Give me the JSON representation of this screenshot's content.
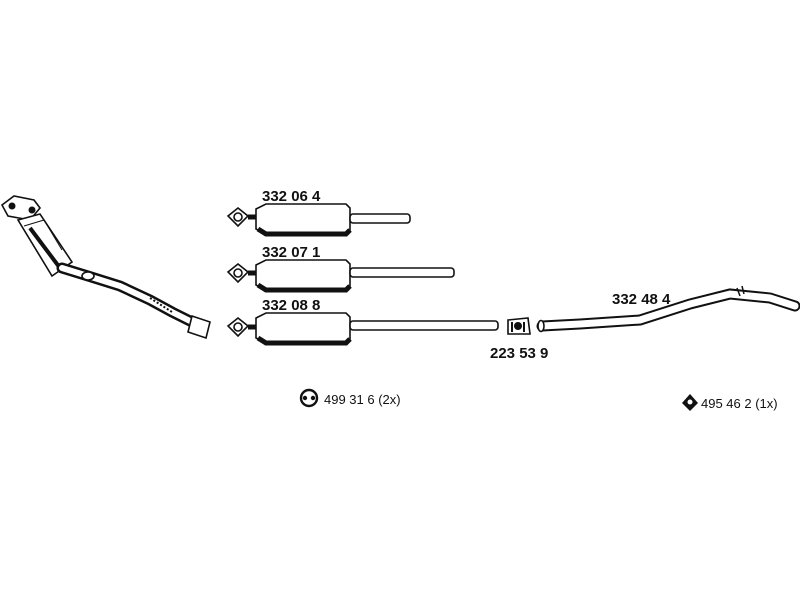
{
  "parts": {
    "muffler_a": "332 06 4",
    "muffler_b": "332 07 1",
    "muffler_c": "332 08 8",
    "clamp": "223 53 9",
    "tail_pipe": "332 48 4"
  },
  "hardware": {
    "rubber_mount": "499 31 6 (2x)",
    "gasket": "495 46 2 (1x)"
  },
  "colors": {
    "line": "#111111",
    "background": "#ffffff"
  }
}
